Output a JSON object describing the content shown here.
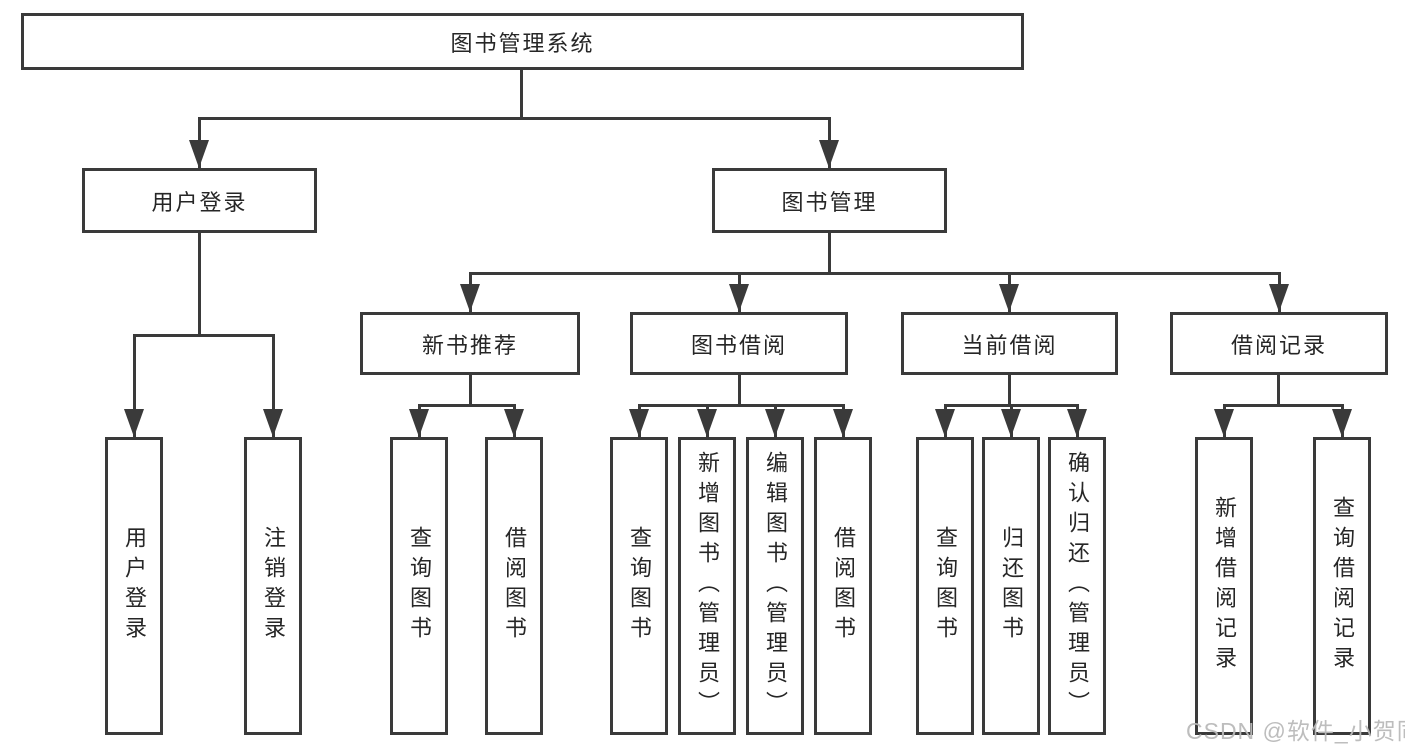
{
  "diagram": {
    "type": "hierarchy-tree",
    "watermark": "CSDN @软件_小贺同学",
    "colors": {
      "line": "#3a3a3a",
      "text": "#262626",
      "background": "#ffffff",
      "watermark": "#b9b9b9"
    },
    "root": {
      "label": "图书管理系统",
      "children": [
        {
          "label": "用户登录",
          "children": [
            {
              "label": "用户登录"
            },
            {
              "label": "注销登录"
            }
          ]
        },
        {
          "label": "图书管理",
          "children": [
            {
              "label": "新书推荐",
              "children": [
                {
                  "label": "查询图书"
                },
                {
                  "label": "借阅图书"
                }
              ]
            },
            {
              "label": "图书借阅",
              "children": [
                {
                  "label": "查询图书"
                },
                {
                  "label": "新增图书（管理员）"
                },
                {
                  "label": "编辑图书（管理员）"
                },
                {
                  "label": "借阅图书"
                }
              ]
            },
            {
              "label": "当前借阅",
              "children": [
                {
                  "label": "查询图书"
                },
                {
                  "label": "归还图书"
                },
                {
                  "label": "确认归还（管理员）"
                }
              ]
            },
            {
              "label": "借阅记录",
              "children": [
                {
                  "label": "新增借阅记录"
                },
                {
                  "label": "查询借阅记录"
                }
              ]
            }
          ]
        }
      ]
    }
  }
}
